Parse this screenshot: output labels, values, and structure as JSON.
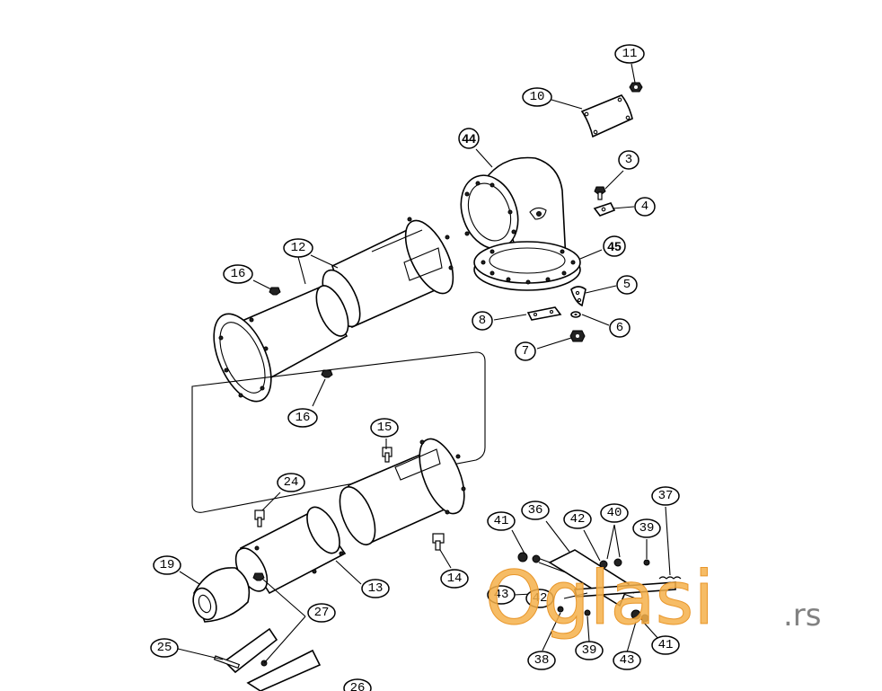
{
  "callouts": [
    {
      "id": "c11",
      "label": "11"
    },
    {
      "id": "c10",
      "label": "10"
    },
    {
      "id": "c44",
      "label": "44"
    },
    {
      "id": "c3",
      "label": "3"
    },
    {
      "id": "c4",
      "label": "4"
    },
    {
      "id": "c12",
      "label": "12"
    },
    {
      "id": "c45",
      "label": "45"
    },
    {
      "id": "c16a",
      "label": "16"
    },
    {
      "id": "c5",
      "label": "5"
    },
    {
      "id": "c8",
      "label": "8"
    },
    {
      "id": "c6",
      "label": "6"
    },
    {
      "id": "c7",
      "label": "7"
    },
    {
      "id": "c16b",
      "label": "16"
    },
    {
      "id": "c15",
      "label": "15"
    },
    {
      "id": "c24",
      "label": "24"
    },
    {
      "id": "c37",
      "label": "37"
    },
    {
      "id": "c36",
      "label": "36"
    },
    {
      "id": "c40",
      "label": "40"
    },
    {
      "id": "c41a",
      "label": "41"
    },
    {
      "id": "c42a",
      "label": "42"
    },
    {
      "id": "c39a",
      "label": "39"
    },
    {
      "id": "c14",
      "label": "14"
    },
    {
      "id": "c19",
      "label": "19"
    },
    {
      "id": "c13",
      "label": "13"
    },
    {
      "id": "c43a",
      "label": "43"
    },
    {
      "id": "c42b",
      "label": "42"
    },
    {
      "id": "c27",
      "label": "27"
    },
    {
      "id": "c25",
      "label": "25"
    },
    {
      "id": "c41b",
      "label": "41"
    },
    {
      "id": "c38",
      "label": "38"
    },
    {
      "id": "c39b",
      "label": "39"
    },
    {
      "id": "c43b",
      "label": "43"
    },
    {
      "id": "c26",
      "label": "26"
    }
  ],
  "watermark": {
    "word": "Oglasi",
    "suffix": ".rs",
    "color": "#f5b04a"
  }
}
